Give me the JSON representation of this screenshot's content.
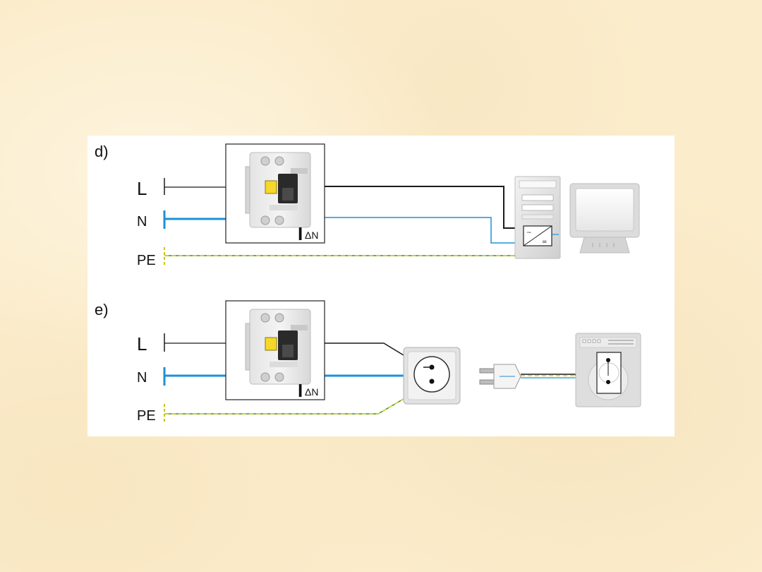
{
  "diagram": {
    "colors": {
      "L": "#1a1a1a",
      "N": "#1e90d8",
      "PE_dash": "#c8c41a",
      "PE_base": "#3a8f3a",
      "background": "#fbeccb"
    },
    "sections": [
      {
        "label": "d)",
        "lines": {
          "L": "L",
          "N": "N",
          "PE": "PE"
        },
        "breaker_symbol": "I",
        "breaker_subscript": "ΔN",
        "load": "computer-with-monitor"
      },
      {
        "label": "e)",
        "lines": {
          "L": "L",
          "N": "N",
          "PE": "PE"
        },
        "breaker_symbol": "I",
        "breaker_subscript": "ΔN",
        "load": "socket-plug-washing-machine"
      }
    ]
  }
}
